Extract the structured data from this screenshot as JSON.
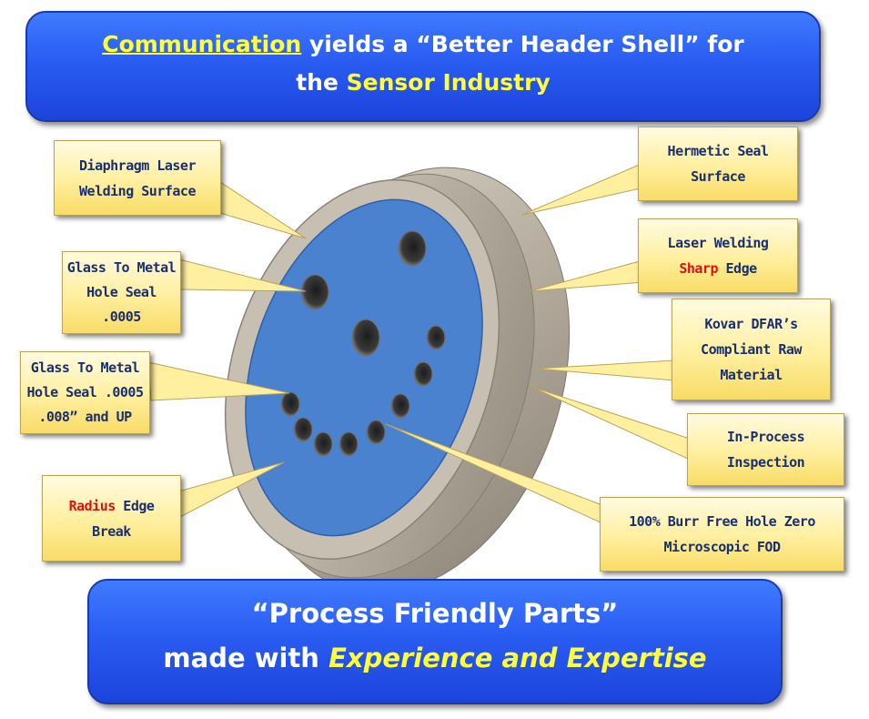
{
  "header": {
    "word_communication": "Communication",
    "line1_rest": " yields a “Better Header Shell” for",
    "line2_the": "the ",
    "line2_industry": "Sensor Industry"
  },
  "footer": {
    "line1": "“Process Friendly Parts”",
    "line2_made": "made with ",
    "line2_experience": "Experience and Expertise"
  },
  "callouts": {
    "diaphragm": {
      "l1": "Diaphragm Laser",
      "l2": "Welding Surface"
    },
    "glass_seal_1": {
      "l1": "Glass To Metal",
      "l2": "Hole Seal",
      "l3": ".0005"
    },
    "glass_seal_2": {
      "l1": "Glass To Metal",
      "l2": "Hole Seal .0005",
      "l3": ".008” and UP"
    },
    "radius": {
      "l1_red": "Radius",
      "l1_rest": " Edge",
      "l2": "Break"
    },
    "hermetic": {
      "l1": "Hermetic Seal",
      "l2": "Surface"
    },
    "laser_welding": {
      "l1": "Laser Welding",
      "l2_red": "Sharp",
      "l2_rest": " Edge"
    },
    "kovar": {
      "l1": "Kovar DFAR’s",
      "l2": "Compliant Raw",
      "l3": "Material"
    },
    "inspection": {
      "l1": "In-Process",
      "l2": "Inspection"
    },
    "burr_free": {
      "l1": "100% Burr Free Hole Zero",
      "l2": "Microscopic FOD"
    }
  },
  "colors": {
    "banner_blue": "#2a5cf2",
    "highlight_yellow": "#ffff3a",
    "callout_text": "#1a2f6e",
    "accent_red": "#e01010",
    "face_blue": "#4a82d0",
    "metal": "#b3aa9c"
  }
}
